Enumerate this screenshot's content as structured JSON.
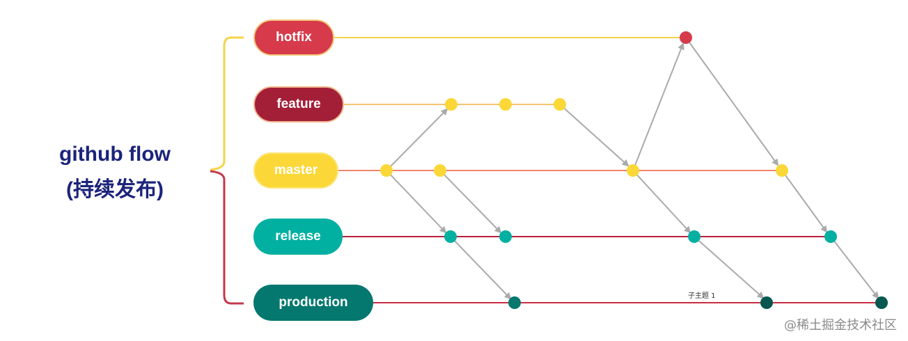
{
  "title": {
    "line1": "github flow",
    "line2": "(持续发布)"
  },
  "branches": [
    {
      "key": "hotfix",
      "label": "hotfix"
    },
    {
      "key": "feature",
      "label": "feature"
    },
    {
      "key": "master",
      "label": "master"
    },
    {
      "key": "release",
      "label": "release"
    },
    {
      "key": "production",
      "label": "production"
    }
  ],
  "subtopic_label": "子主题 1",
  "watermark": "@稀土掘金技术社区",
  "colors": {
    "title": "#1b237a",
    "hotfix": "#d63a4b",
    "feature": "#a31f37",
    "master": "#fbd838",
    "release": "#02b0a2",
    "production": "#04786e",
    "brace_top": "#f3d44b",
    "brace_bottom": "#c23a4c",
    "arrow": "#aaaaaa"
  }
}
